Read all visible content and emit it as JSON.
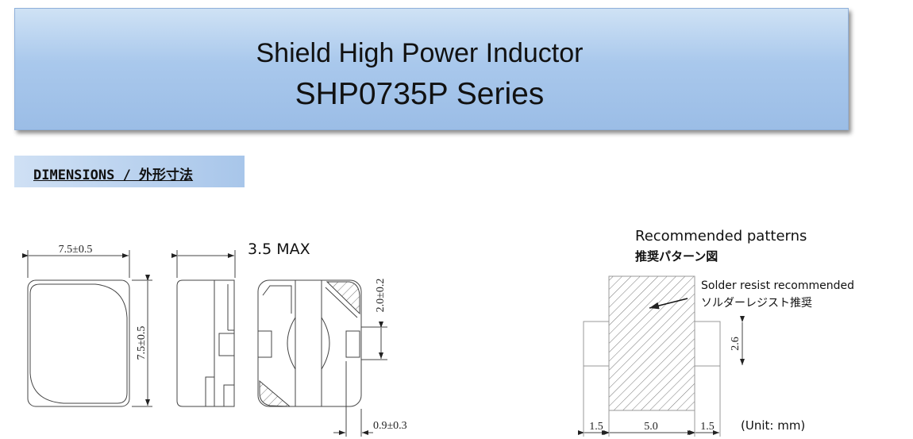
{
  "header": {
    "title": "Shield High Power Inductor",
    "series": "SHP0735P Series"
  },
  "section": {
    "label": "DIMENSIONS / 外形寸法"
  },
  "dimensions": {
    "top_width": "7.5±0.5",
    "top_height": "7.5±0.5",
    "side_height": "3.5 MAX",
    "terminal_width": "2.0±0.2",
    "terminal_length": "0.9±0.3"
  },
  "pattern": {
    "title": "Recommended patterns",
    "title_jp": "推奨パターン図",
    "note": "Solder resist recommended",
    "note_jp": "ソルダーレジスト推奨",
    "pad_height": "2.6",
    "pad_left": "1.5",
    "gap": "5.0",
    "pad_right": "1.5",
    "unit": "(Unit: mm)"
  }
}
